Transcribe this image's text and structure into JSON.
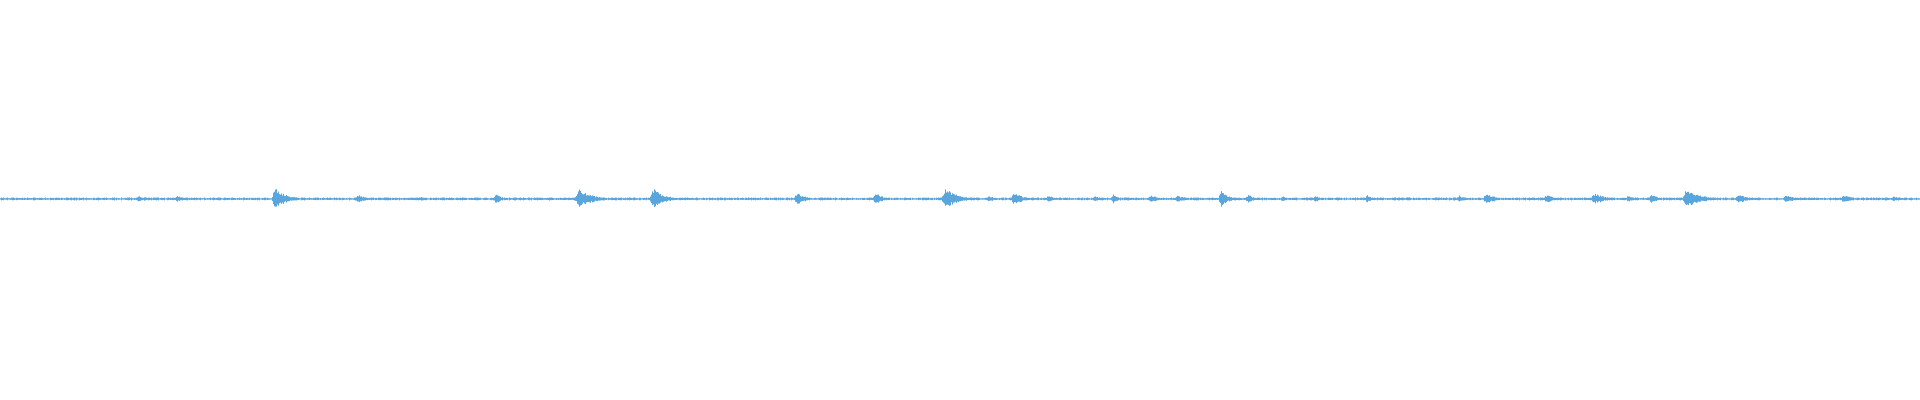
{
  "waveform": {
    "color": "#5aa6dc",
    "background": "#ffffff",
    "bursts": [
      {
        "t": 0.0165,
        "amp": 0.12,
        "len": 0.01
      },
      {
        "t": 0.046,
        "amp": 0.1,
        "len": 0.006
      },
      {
        "t": 0.072,
        "amp": 0.3,
        "len": 0.014
      },
      {
        "t": 0.092,
        "amp": 0.35,
        "len": 0.012
      },
      {
        "t": 0.143,
        "amp": 1.0,
        "len": 0.018
      },
      {
        "t": 0.186,
        "amp": 0.4,
        "len": 0.014
      },
      {
        "t": 0.218,
        "amp": 0.25,
        "len": 0.012
      },
      {
        "t": 0.258,
        "amp": 0.45,
        "len": 0.01
      },
      {
        "t": 0.301,
        "amp": 0.95,
        "len": 0.02
      },
      {
        "t": 0.34,
        "amp": 1.0,
        "len": 0.016
      },
      {
        "t": 0.415,
        "amp": 0.6,
        "len": 0.012
      },
      {
        "t": 0.456,
        "amp": 0.55,
        "len": 0.012
      },
      {
        "t": 0.492,
        "amp": 1.0,
        "len": 0.02
      },
      {
        "t": 0.515,
        "amp": 0.3,
        "len": 0.01
      },
      {
        "t": 0.528,
        "amp": 0.7,
        "len": 0.012
      },
      {
        "t": 0.546,
        "amp": 0.35,
        "len": 0.008
      },
      {
        "t": 0.57,
        "amp": 0.28,
        "len": 0.01
      },
      {
        "t": 0.58,
        "amp": 0.5,
        "len": 0.006
      },
      {
        "t": 0.599,
        "amp": 0.4,
        "len": 0.012
      },
      {
        "t": 0.613,
        "amp": 0.3,
        "len": 0.018
      },
      {
        "t": 0.636,
        "amp": 0.75,
        "len": 0.012
      },
      {
        "t": 0.65,
        "amp": 0.45,
        "len": 0.008
      },
      {
        "t": 0.668,
        "amp": 0.25,
        "len": 0.008
      },
      {
        "t": 0.685,
        "amp": 0.3,
        "len": 0.008
      },
      {
        "t": 0.712,
        "amp": 0.35,
        "len": 0.008
      },
      {
        "t": 0.733,
        "amp": 0.22,
        "len": 0.006
      },
      {
        "t": 0.76,
        "amp": 0.35,
        "len": 0.01
      },
      {
        "t": 0.774,
        "amp": 0.6,
        "len": 0.012
      },
      {
        "t": 0.805,
        "amp": 0.4,
        "len": 0.016
      },
      {
        "t": 0.83,
        "amp": 0.55,
        "len": 0.018
      },
      {
        "t": 0.848,
        "amp": 0.35,
        "len": 0.008
      },
      {
        "t": 0.86,
        "amp": 0.45,
        "len": 0.01
      },
      {
        "t": 0.878,
        "amp": 1.0,
        "len": 0.02
      },
      {
        "t": 0.905,
        "amp": 0.4,
        "len": 0.02
      },
      {
        "t": 0.93,
        "amp": 0.35,
        "len": 0.016
      },
      {
        "t": 0.96,
        "amp": 0.35,
        "len": 0.016
      },
      {
        "t": 0.986,
        "amp": 0.25,
        "len": 0.014
      }
    ]
  }
}
